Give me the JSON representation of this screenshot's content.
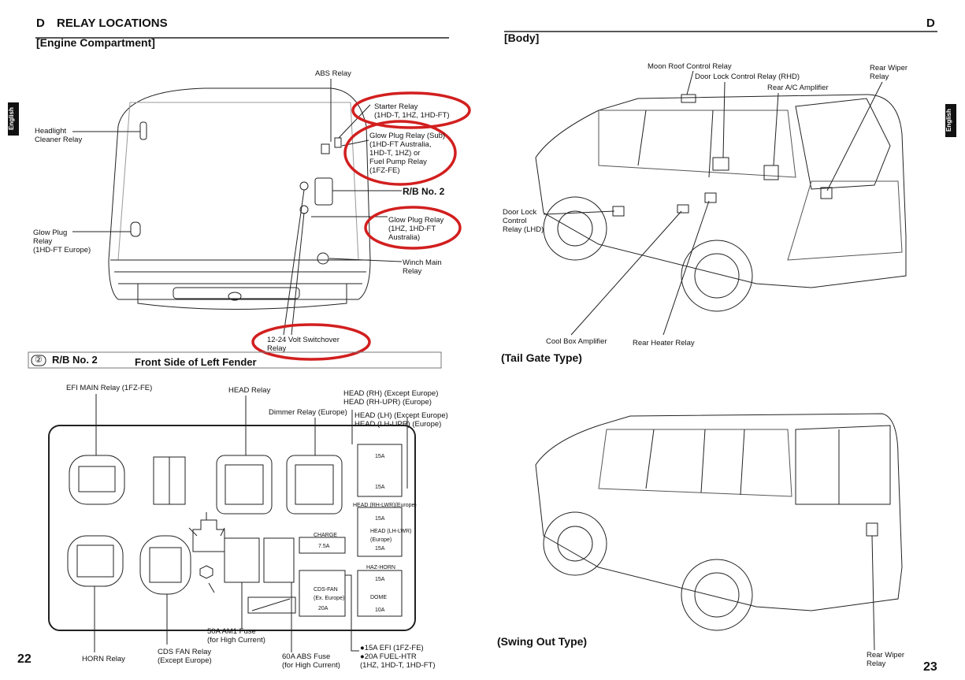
{
  "left": {
    "section_letter": "D",
    "section_title": "RELAY LOCATIONS",
    "subtitle": "[Engine Compartment]",
    "side_tab": "English",
    "labels": {
      "abs": "ABS Relay",
      "starter": "Starter Relay\n(1HD-T, 1HZ, 1HD-FT)",
      "glow_sub": "Glow Plug Relay (Sub)\n(1HD-FT Australia,\n1HD-T, 1HZ) or\nFuel Pump Relay\n(1FZ-FE)",
      "rb2": "R/B No. 2",
      "headlight": "Headlight\nCleaner Relay",
      "glow_main": "Glow Plug Relay\n(1HZ, 1HD-FT\nAustralia)",
      "glow_europe": "Glow Plug\nRelay\n(1HD-FT Europe)",
      "winch": "Winch Main\nRelay",
      "switchover": "12-24 Volt Switchover\nRelay"
    },
    "rb_header": {
      "badge": "②",
      "rb": "R/B No. 2",
      "location": "Front Side of Left Fender"
    },
    "rb_labels": {
      "efi": "EFI MAIN Relay (1FZ-FE)",
      "head": "HEAD Relay",
      "dimmer": "Dimmer Relay (Europe)",
      "head_rh": "HEAD (RH) (Except Europe)\nHEAD (RH-UPR) (Europe)",
      "head_lh": "HEAD (LH) (Except Europe)\nHEAD (LH-UPR) (Europe)",
      "head_rh_lwr": "HEAD (RH-LWR)(Europe)",
      "head_lh_lwr": "HEAD (LH-LWR)\n(Europe)",
      "charge": "CHARGE",
      "haz": "HAZ-HORN",
      "cds": "CDS-FAN\n(Ex. Europe)",
      "dome": "DOME",
      "am1": "50A AM1 Fuse\n(for High Current)",
      "abs60": "60A ABS Fuse\n(for High Current)",
      "efi15": "●15A EFI (1FZ-FE)\n●20A FUEL-HTR\n(1HZ, 1HD-T, 1HD-FT)",
      "horn": "HORN Relay",
      "cds_relay": "CDS FAN Relay\n(Except Europe)",
      "a15": "15A",
      "a75": "7.5A",
      "a20": "20A",
      "a10": "10A"
    },
    "page_number": "22"
  },
  "right": {
    "section_letter": "D",
    "subtitle": "[Body]",
    "side_tab": "English",
    "labels": {
      "moon": "Moon Roof Control Relay",
      "door_rhd": "Door Lock Control Relay (RHD)",
      "rear_ac": "Rear A/C Amplifier",
      "rear_wiper": "Rear Wiper\nRelay",
      "door_lhd": "Door Lock\nControl\nRelay (LHD)",
      "cool_box": "Cool Box Amplifier",
      "rear_heater": "Rear Heater Relay",
      "rear_wiper2": "Rear Wiper\nRelay"
    },
    "tail_gate": "(Tail Gate Type)",
    "swing_out": "(Swing Out Type)",
    "page_number": "23"
  }
}
